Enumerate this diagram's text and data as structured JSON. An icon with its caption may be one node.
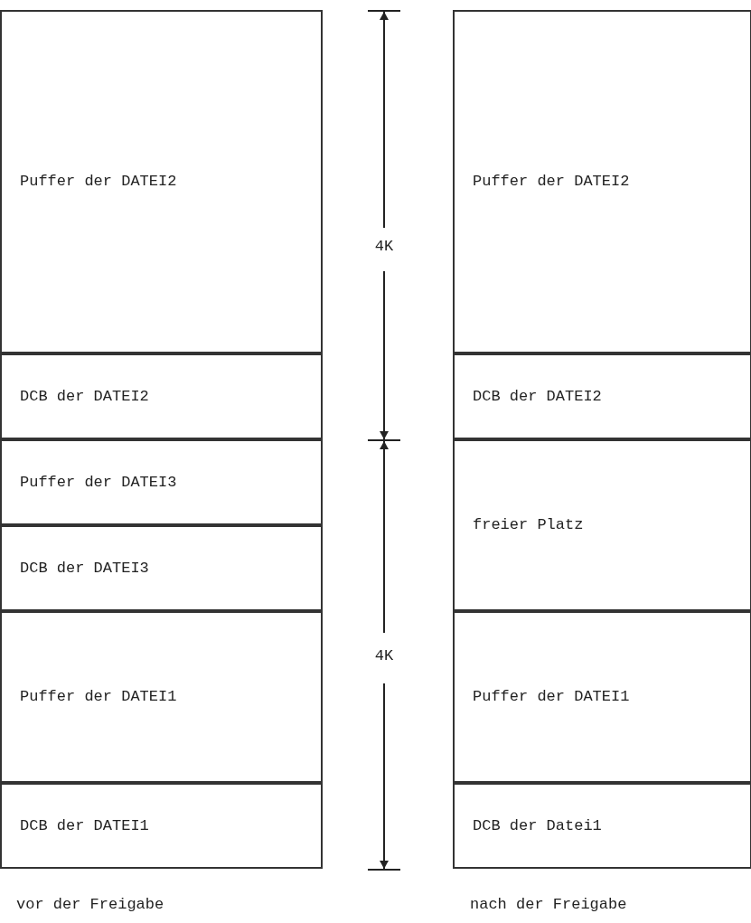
{
  "diagram": {
    "nodes": [
      {
        "text": [
          "Puffer der DATEI2"
        ]
      },
      {
        "text": [
          "DCB der DATEI2"
        ]
      },
      {
        "text": [
          "Puffer der DATEI3"
        ]
      },
      {
        "text": [
          "DCB der DATEI3"
        ]
      },
      {
        "text": [
          "Puffer der DATEI1"
        ]
      },
      {
        "text": [
          "DCB der DATEI1"
        ]
      },
      {
        "text": [
          "Puffer der DATEI2"
        ]
      },
      {
        "text": [
          "DCB der DATEI2"
        ]
      },
      {
        "text": [
          "freier Platz"
        ]
      },
      {
        "text": [
          "Puffer der DATEI1"
        ]
      },
      {
        "text": [
          "DCB der Datei1"
        ]
      }
    ],
    "edges": [],
    "labels": [
      "4K",
      "4K",
      "vor der Freigabe",
      "nach der Freigabe"
    ]
  }
}
